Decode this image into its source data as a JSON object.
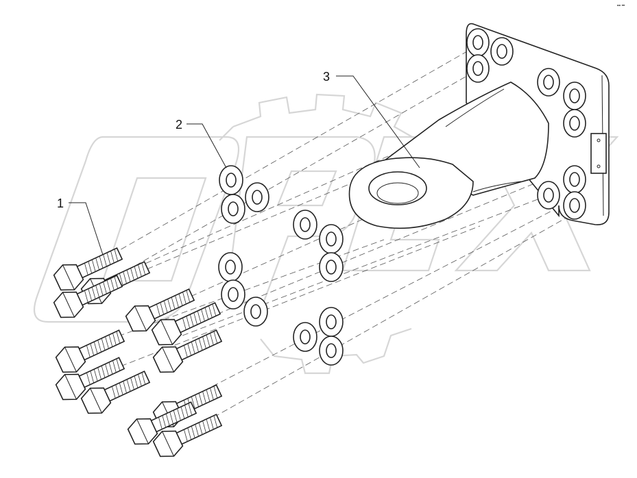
{
  "diagram": {
    "callouts": [
      {
        "id": "1",
        "label": "1"
      },
      {
        "id": "2",
        "label": "2"
      },
      {
        "id": "3",
        "label": "3"
      }
    ],
    "corner_mark": "▪▪ ━",
    "watermark_text": "OPEX",
    "colors": {
      "line": "#222222",
      "watermark": "#d6d6d6",
      "background": "#ffffff"
    }
  }
}
